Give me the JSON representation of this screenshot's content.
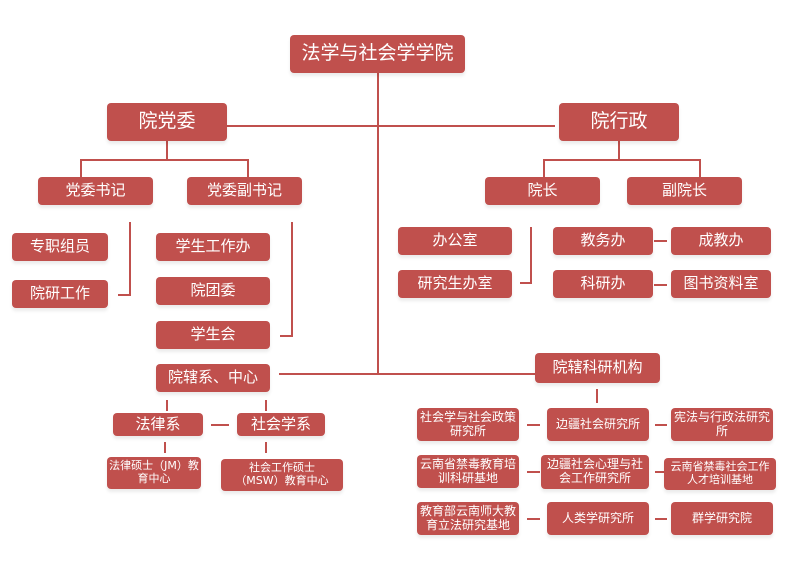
{
  "colors": {
    "box": "#c0504d",
    "text": "#ffffff",
    "line": "#c0504d"
  },
  "root": "法学与社会学学院",
  "party": {
    "title": "院党委",
    "secretary": "党委书记",
    "deputy_secretary": "党委副书记",
    "members": [
      "专职组员",
      "院研工作"
    ],
    "student_units": [
      "学生工作办",
      "院团委",
      "学生会"
    ]
  },
  "admin": {
    "title": "院行政",
    "dean": "院长",
    "vice_dean": "副院长",
    "offices": [
      "办公室",
      "研究生办室",
      "教务办",
      "成教办",
      "科研办",
      "图书资料室"
    ]
  },
  "departments": {
    "title": "院辖系、中心",
    "law": "法律系",
    "sociology": "社会学系",
    "law_center": "法律硕士（JM）教育中心",
    "msw_center": "社会工作硕士（MSW）教育中心"
  },
  "research": {
    "title": "院辖科研机构",
    "units": [
      "社会学与社会政策研究所",
      "边疆社会研究所",
      "宪法与行政法研究所",
      "云南省禁毒教育培训科研基地",
      "边疆社会心理与社会工作研究所",
      "云南省禁毒社会工作人才培训基地",
      "教育部云南师大教育立法研究基地",
      "人类学研究所",
      "群学研究院"
    ]
  }
}
